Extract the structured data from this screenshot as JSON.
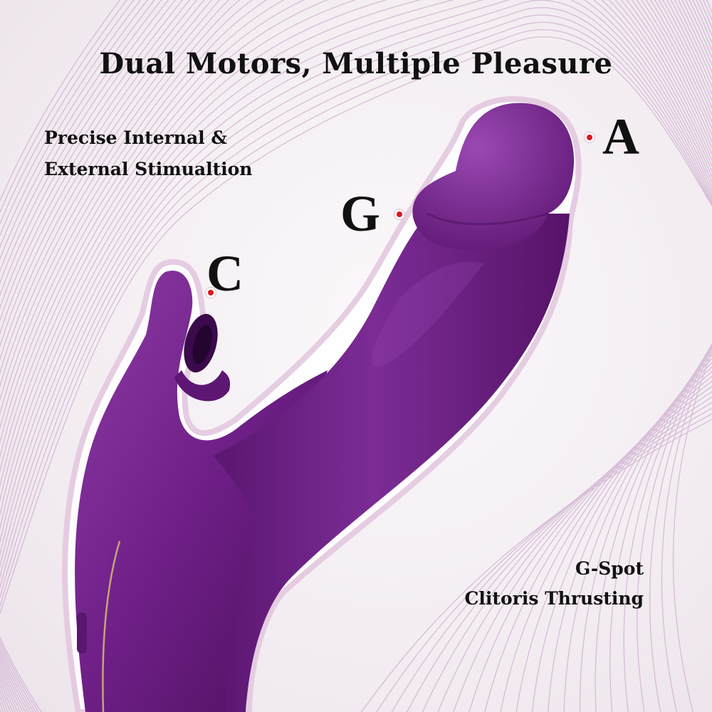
{
  "headline": "Dual Motors, Multiple Pleasure",
  "description": {
    "line1": "Precise Internal &",
    "line2": "External Stimualtion"
  },
  "markers": {
    "a": "A",
    "g": "G",
    "c": "C"
  },
  "features": {
    "line1": "G-Spot",
    "line2": "Clitoris  Thrusting"
  },
  "colors": {
    "product": "#6e1f86",
    "product_highlight": "#8d3ba6",
    "product_shadow": "#4a0f5c",
    "contour_lines": "#c9a6c9",
    "marker_dot": "#e0161d"
  },
  "icons": [
    "marker-dot-icon"
  ]
}
